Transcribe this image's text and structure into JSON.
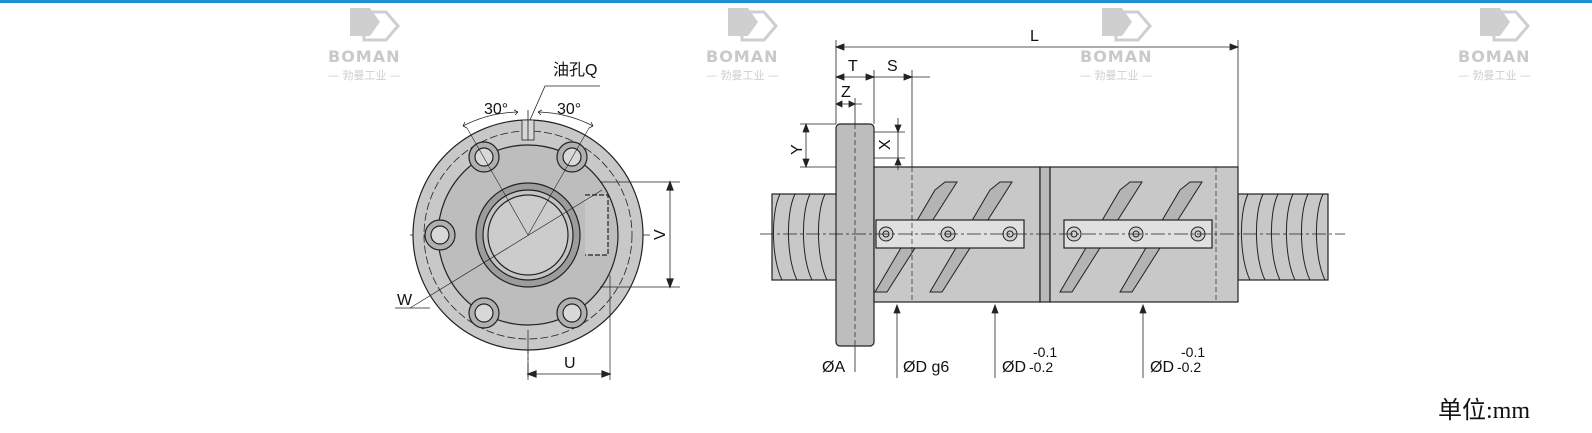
{
  "watermark": {
    "brand": "BOMAN",
    "subtitle": "— 勃曼工业 —"
  },
  "front_view": {
    "labels": {
      "oil_hole": "油孔Q",
      "angle_left": "30°",
      "angle_right": "30°",
      "v": "V",
      "w": "W",
      "u": "U"
    }
  },
  "side_view": {
    "labels": {
      "l": "L",
      "t": "T",
      "s": "S",
      "z": "Z",
      "y": "Y",
      "x": "X",
      "phi_a": "ØA",
      "phi_d_g6": "ØD g6",
      "phi_d_1": "ØD",
      "tol_1_upper": "-0.1",
      "tol_1_lower": "-0.2",
      "phi_d_2": "ØD",
      "tol_2_upper": "-0.1",
      "tol_2_lower": "-0.2"
    }
  },
  "unit_label": "单位:mm",
  "colors": {
    "top_bar": "#1e8fd0",
    "body_fill": "#c8c8c8",
    "line": "#222222"
  }
}
